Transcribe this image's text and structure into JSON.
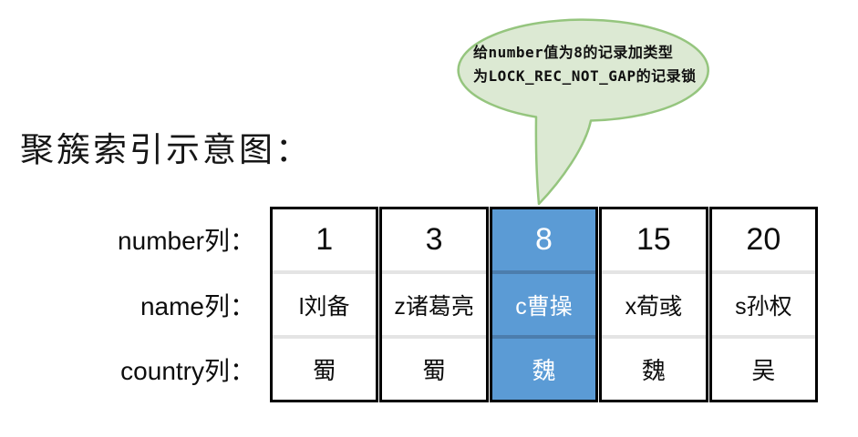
{
  "title": "聚簇索引示意图：",
  "callout": {
    "line1": "给number值为8的记录加类型",
    "line2": "为LOCK_REC_NOT_GAP的记录锁"
  },
  "row_labels": {
    "number": "number列：",
    "name": "name列：",
    "country": "country列："
  },
  "table": {
    "columns": [
      {
        "number": "1",
        "name": "l刘备",
        "country": "蜀",
        "highlighted": false
      },
      {
        "number": "3",
        "name": "z诸葛亮",
        "country": "蜀",
        "highlighted": false
      },
      {
        "number": "8",
        "name": "c曹操",
        "country": "魏",
        "highlighted": true
      },
      {
        "number": "15",
        "name": "x荀彧",
        "country": "魏",
        "highlighted": false
      },
      {
        "number": "20",
        "name": "s孙权",
        "country": "吴",
        "highlighted": false
      }
    ]
  },
  "colors": {
    "highlight_blue": "#5B9BD5",
    "highlight_text": "#FFFFFF",
    "highlight_separator": "#4C7DAD",
    "bubble_fill": "#DCE9D3",
    "bubble_border": "#95C57E",
    "cell_separator": "#E4E4E4",
    "table_border": "#000000",
    "text_color": "#0D0D0D"
  }
}
